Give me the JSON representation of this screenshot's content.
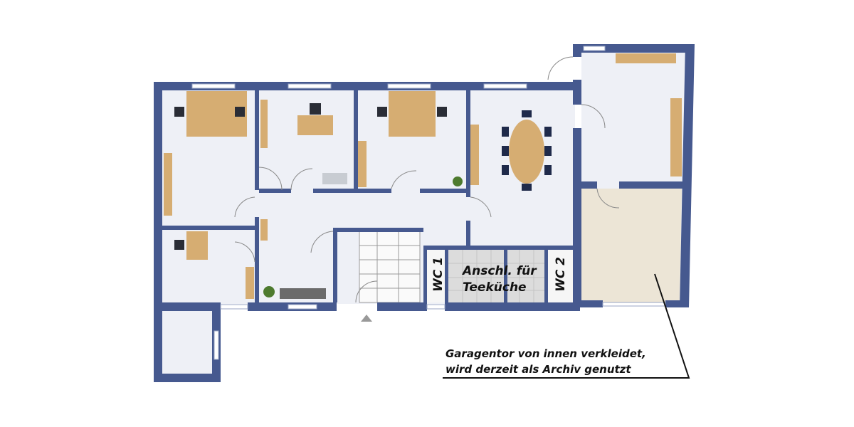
{
  "colors": {
    "wall": "#46598f",
    "floor": "#eef0f6",
    "garage_floor": "#ece5d6",
    "tiles": "#dcdcdc",
    "desk": "#d6ad72",
    "chair": "#2a2d36",
    "window": "#ffffff"
  },
  "labels": {
    "wc1": "WC 1",
    "wc2": "WC 2",
    "kitchen_line1": "Anschl. für",
    "kitchen_line2": "Teeküche"
  },
  "note": {
    "line1": "Garagentor von innen verkleidet,",
    "line2": "wird derzeit als Archiv genutzt"
  }
}
